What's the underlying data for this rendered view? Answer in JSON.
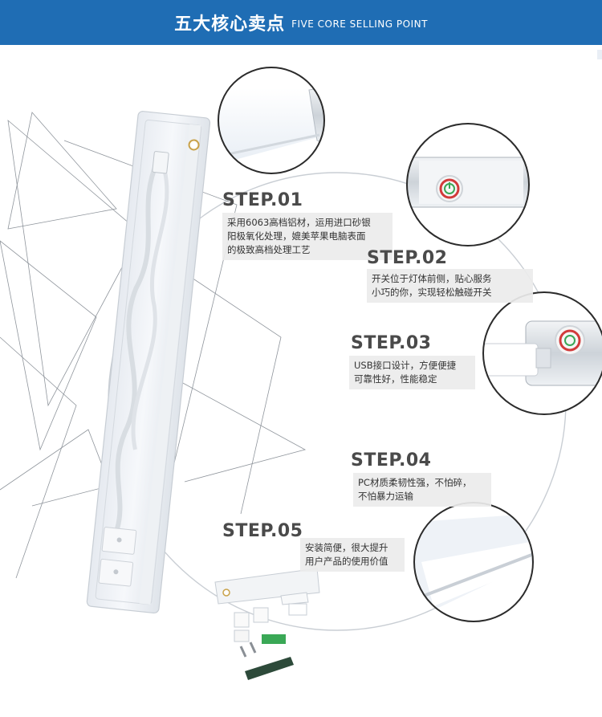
{
  "header": {
    "title_cn": "五大核心卖点",
    "title_en": "FIVE CORE SELLING POINT"
  },
  "steps": [
    {
      "label": "STEP.01",
      "desc_lines": [
        "采用6063高档铝材，运用进口砂银",
        "阳极氧化处理，媲美苹果电脑表面",
        "的极致高档处理工艺"
      ]
    },
    {
      "label": "STEP.02",
      "desc_lines": [
        "开关位于灯体前侧，贴心服务",
        "小巧的你，实现轻松触碰开关"
      ]
    },
    {
      "label": "STEP.03",
      "desc_lines": [
        "USB接口设计，方便便捷",
        "可靠性好，性能稳定"
      ]
    },
    {
      "label": "STEP.04",
      "desc_lines": [
        "PC材质柔韧性强，不怕碎，",
        "不怕暴力运输"
      ]
    },
    {
      "label": "STEP.05",
      "desc_lines": [
        "安装简便，很大提升",
        "用户产品的使用价值"
      ]
    }
  ],
  "colors": {
    "banner": "#1f6db4",
    "step_title": "#4a4a4a",
    "switch_ring": "#d23b3b",
    "switch_green": "#3aa856"
  },
  "icons": [
    "power-icon",
    "usb-plug-icon",
    "led-bar-icon"
  ]
}
